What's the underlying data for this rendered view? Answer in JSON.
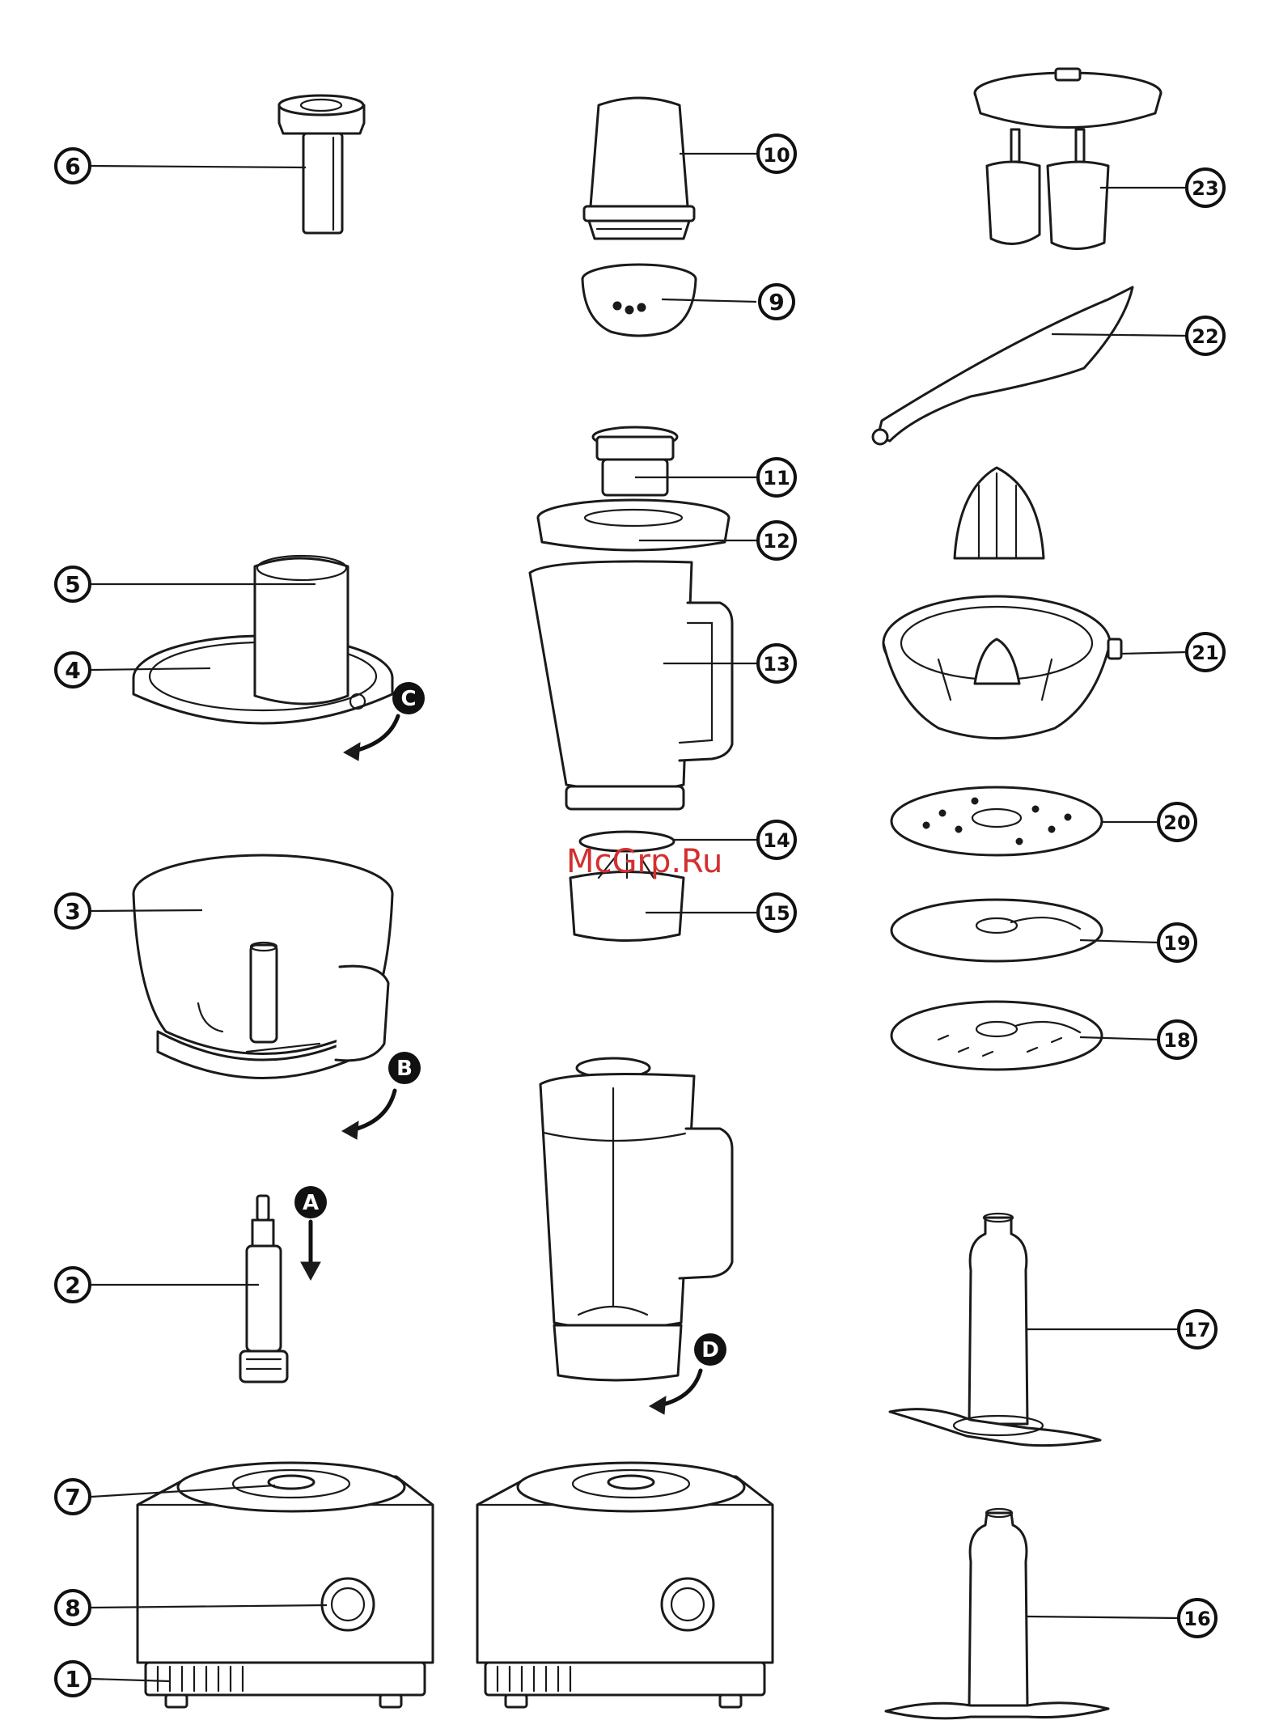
{
  "watermark": "McGrp.Ru",
  "callouts": {
    "c1": "1",
    "c2": "2",
    "c3": "3",
    "c4": "4",
    "c5": "5",
    "c6": "6",
    "c7": "7",
    "c8": "8",
    "c9": "9",
    "c10": "10",
    "c11": "11",
    "c12": "12",
    "c13": "13",
    "c14": "14",
    "c15": "15",
    "c16": "16",
    "c17": "17",
    "c18": "18",
    "c19": "19",
    "c20": "20",
    "c21": "21",
    "c22": "22",
    "c23": "23"
  },
  "step_letters": {
    "a": "A",
    "b": "B",
    "c": "C",
    "d": "D"
  },
  "colors": {
    "line": "#1a1a1a",
    "watermark": "#d32f2f"
  },
  "icons": {
    "base_motor_unit": "motor-base",
    "blender_jar": "blender-jug",
    "bowl": "processing-bowl",
    "lid": "bowl-lid",
    "pusher": "food-pusher",
    "citrus_press": "citrus-juicer",
    "disc": "cutting-disc",
    "blade": "chopping-blade",
    "whisk": "twin-beater",
    "spatula": "spatula"
  }
}
